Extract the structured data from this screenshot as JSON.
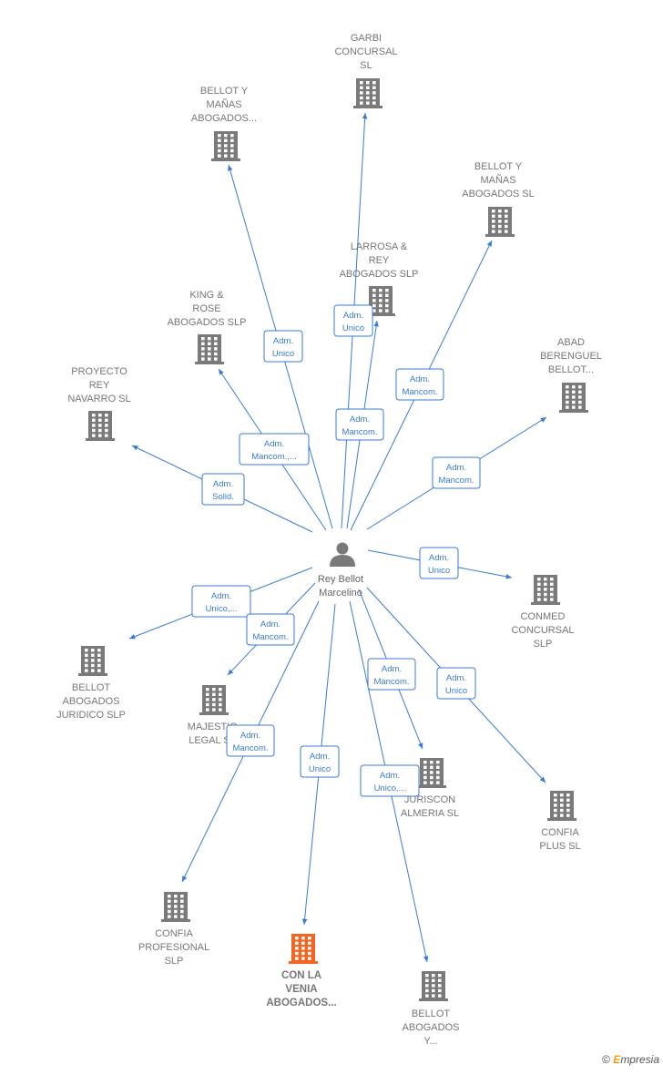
{
  "center": {
    "label_lines": [
      "Rey Bellot",
      "Marcelino"
    ]
  },
  "colors": {
    "edge": "#3a7bd5",
    "building": "#7a7a7a",
    "highlight": "#f26522",
    "person": "#7a7a7a"
  },
  "companies": [
    {
      "id": "garbi",
      "lines": [
        "GARBI",
        "CONCURSAL",
        "SL"
      ],
      "highlight": false
    },
    {
      "id": "bellot-manas-1",
      "lines": [
        "BELLOT Y",
        "MAÑAS",
        "ABOGADOS..."
      ],
      "highlight": false
    },
    {
      "id": "bellot-manas-2",
      "lines": [
        "BELLOT Y",
        "MAÑAS",
        "ABOGADOS  SL"
      ],
      "highlight": false
    },
    {
      "id": "larrosa",
      "lines": [
        "LARROSA &",
        "REY",
        "ABOGADOS  SLP"
      ],
      "highlight": false
    },
    {
      "id": "king-rose",
      "lines": [
        "KING &",
        "ROSE",
        "ABOGADOS  SLP"
      ],
      "highlight": false
    },
    {
      "id": "proyecto-rey",
      "lines": [
        "PROYECTO",
        "REY",
        "NAVARRO SL"
      ],
      "highlight": false
    },
    {
      "id": "abad",
      "lines": [
        "ABAD",
        "BERENGUEL",
        "BELLOT..."
      ],
      "highlight": false
    },
    {
      "id": "conmed",
      "lines": [
        "CONMED",
        "CONCURSAL",
        "SLP"
      ],
      "highlight": false
    },
    {
      "id": "bellot-juridico",
      "lines": [
        "BELLOT",
        "ABOGADOS",
        "JURIDICO  SLP"
      ],
      "highlight": false
    },
    {
      "id": "majestic",
      "lines": [
        "MAJESTIC",
        "LEGAL  SL"
      ],
      "highlight": false
    },
    {
      "id": "juriscon",
      "lines": [
        "JURISCON",
        "ALMERIA  SL"
      ],
      "highlight": false
    },
    {
      "id": "confia-plus",
      "lines": [
        "CONFIA",
        "PLUS  SL"
      ],
      "highlight": false
    },
    {
      "id": "confia-prof",
      "lines": [
        "CONFIA",
        "PROFESIONAL",
        "SLP"
      ],
      "highlight": false
    },
    {
      "id": "con-la-venia",
      "lines": [
        "CON LA",
        "VENIA",
        "ABOGADOS..."
      ],
      "highlight": true
    },
    {
      "id": "bellot-y",
      "lines": [
        "BELLOT",
        "ABOGADOS",
        "Y..."
      ],
      "highlight": false
    }
  ],
  "relations": [
    {
      "target": "garbi",
      "lines": [
        "Adm.",
        "Unico"
      ]
    },
    {
      "target": "bellot-manas-1",
      "lines": [
        "Adm.",
        "Unico"
      ]
    },
    {
      "target": "bellot-manas-2",
      "lines": [
        "Adm.",
        "Mancom."
      ]
    },
    {
      "target": "larrosa",
      "lines": [
        "Adm.",
        "Mancom."
      ]
    },
    {
      "target": "king-rose",
      "lines": [
        "Adm.",
        "Mancom.,..."
      ]
    },
    {
      "target": "proyecto-rey",
      "lines": [
        "Adm.",
        "Solid."
      ]
    },
    {
      "target": "abad",
      "lines": [
        "Adm.",
        "Mancom."
      ]
    },
    {
      "target": "conmed",
      "lines": [
        "Adm.",
        "Unico"
      ]
    },
    {
      "target": "bellot-juridico",
      "lines": [
        "Adm.",
        "Unico,..."
      ]
    },
    {
      "target": "majestic",
      "lines": [
        "Adm.",
        "Mancom."
      ]
    },
    {
      "target": "juriscon",
      "lines": [
        "Adm.",
        "Mancom."
      ]
    },
    {
      "target": "confia-plus",
      "lines": [
        "Adm.",
        "Unico"
      ]
    },
    {
      "target": "confia-prof",
      "lines": [
        "Adm.",
        "Mancom."
      ]
    },
    {
      "target": "con-la-venia",
      "lines": [
        "Adm.",
        "Unico"
      ]
    },
    {
      "target": "bellot-y",
      "lines": [
        "Adm.",
        "Unico,..."
      ]
    }
  ],
  "brand": {
    "symbol": "©",
    "e": "E",
    "rest": "mpresia"
  }
}
